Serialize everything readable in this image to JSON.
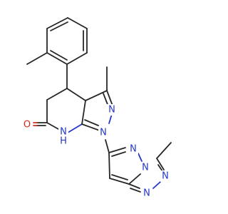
{
  "atom_labels": {
    "n_pyrazole_upper": "N",
    "n_pyrazole_lower": "N",
    "nh_lactam": "N",
    "h_lactam": "H",
    "o_carbonyl": "O",
    "n_pyridazine_1": "N",
    "n_pyridazine_2": "N",
    "n_triazole_upper": "N",
    "n_triazole_lower": "N"
  },
  "colors": {
    "carbon_bond": "#262626",
    "nitrogen": "#2536c8",
    "oxygen": "#d12b1a",
    "background": "#ffffff"
  }
}
